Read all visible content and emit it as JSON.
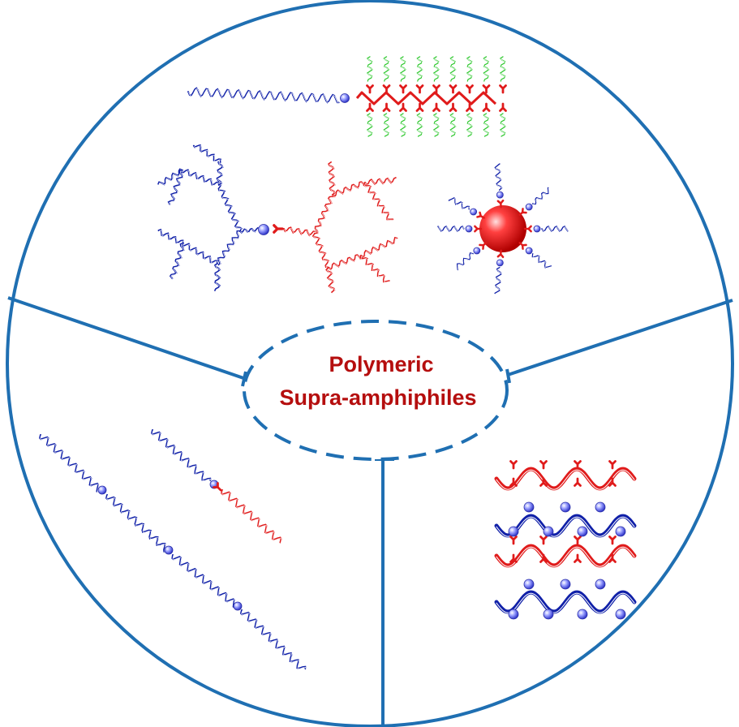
{
  "title": {
    "line1": "Polymeric",
    "line2": "Supra-amphiphiles"
  },
  "colors": {
    "outline": "#1f6fb2",
    "hydrophobic_chain": "#1020a8",
    "hydrophilic_chain": "#e01b1b",
    "side_chain": "#2ec82e",
    "host_bead": "#6a6ef0",
    "title": "#b50e0e"
  },
  "sections": [
    {
      "id": "top",
      "content": [
        "comb-copolymer",
        "dendron-dendron",
        "star-core"
      ]
    },
    {
      "id": "bottom-left",
      "content": [
        "long-main-chain",
        "diblock-linear"
      ]
    },
    {
      "id": "bottom-right",
      "content": [
        "layered-network"
      ]
    }
  ]
}
